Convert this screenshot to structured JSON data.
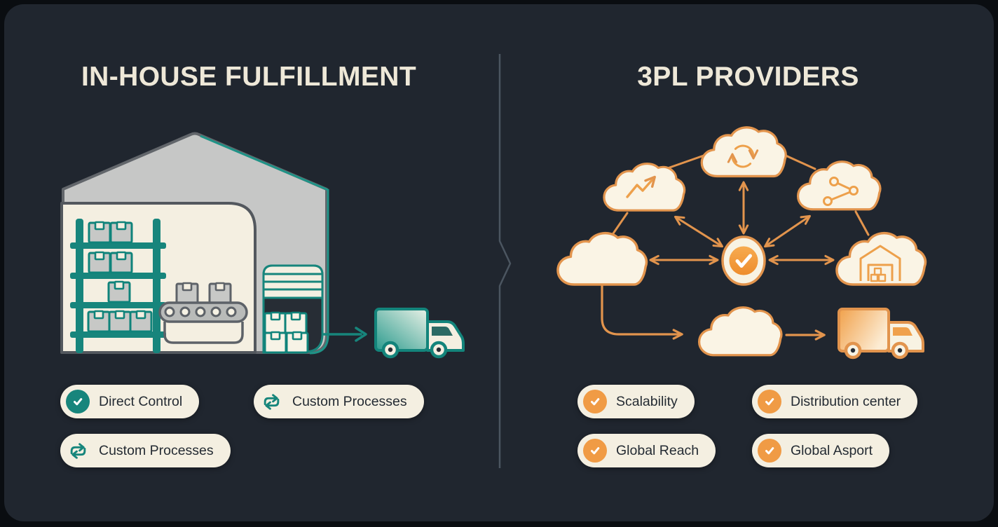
{
  "titles": {
    "left": "IN-HOUSE FULFILLMENT",
    "right": "3PL PROVIDERS"
  },
  "left_panel": {
    "pills": [
      {
        "label": "Direct Control",
        "icon": "check-icon"
      },
      {
        "label": "Custom Processes",
        "icon": "swap-arrows-icon"
      },
      {
        "label": "Custom Processes",
        "icon": "swap-arrows-icon"
      }
    ],
    "illustration_icons": [
      "warehouse-building-icon",
      "storage-shelves-icon",
      "conveyor-belt-icon",
      "dock-door-icon",
      "boxes-icon",
      "delivery-truck-icon",
      "flow-arrow-icon"
    ]
  },
  "right_panel": {
    "pills": [
      {
        "label": "Scalability",
        "icon": "check-icon"
      },
      {
        "label": "Distribution center",
        "icon": "check-icon"
      },
      {
        "label": "Global Reach",
        "icon": "check-icon"
      },
      {
        "label": "Global Asport",
        "icon": "check-icon"
      }
    ],
    "illustration_icons": [
      "cloud-icon",
      "sync-icon",
      "trend-up-icon",
      "share-icon",
      "warehouse-icon",
      "check-hub-icon",
      "delivery-truck-icon",
      "flow-arrow-icon"
    ]
  },
  "colors": {
    "background": "#20262f",
    "frame": "#0a0d11",
    "title_text": "#eee8d8",
    "teal": "#17857c",
    "orange_stroke": "#e2944d",
    "orange_fill": "#f09b45",
    "cream": "#f4efe1",
    "cloud_fill": "#faf4e5",
    "pill_text": "#242b33",
    "divider": "#4b5560",
    "roof_gray": "#c6c7c6"
  }
}
